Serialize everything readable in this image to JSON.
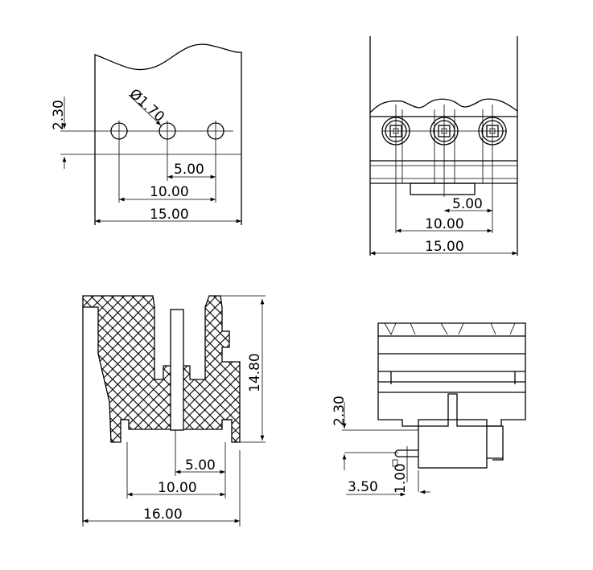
{
  "views": {
    "top_left": {
      "dim_pitch": "5.00",
      "dim_two_pitch": "10.00",
      "dim_width": "15.00",
      "dim_offset": "2.30",
      "dim_hole": "Ø1.70"
    },
    "top_right": {
      "dim_pitch": "5.00",
      "dim_two_pitch": "10.00",
      "dim_width": "15.00"
    },
    "bottom_left": {
      "dim_pitch": "5.00",
      "dim_two_pitch": "10.00",
      "dim_width": "16.00",
      "dim_height": "14.80"
    },
    "bottom_right": {
      "dim_offset": "2.30",
      "dim_pin_height": "1.00",
      "dim_pin_length": "3.50"
    }
  },
  "colors": {
    "line": "#000000",
    "background": "#ffffff"
  }
}
